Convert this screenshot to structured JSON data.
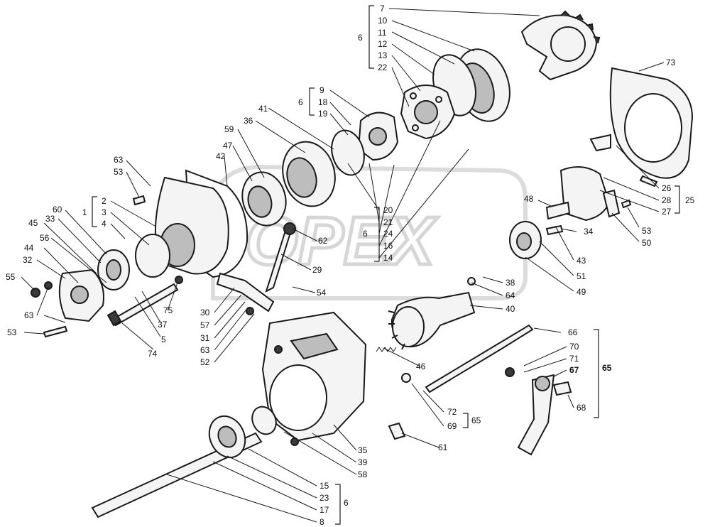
{
  "watermark": {
    "text": "OPEX"
  },
  "callouts": [
    {
      "id": "c-7",
      "label": "7"
    },
    {
      "id": "c-10",
      "label": "10"
    },
    {
      "id": "c-11",
      "label": "11"
    },
    {
      "id": "c-12",
      "label": "12"
    },
    {
      "id": "c-13",
      "label": "13"
    },
    {
      "id": "c-22",
      "label": "22"
    },
    {
      "id": "c-6a",
      "label": "6"
    },
    {
      "id": "c-73",
      "label": "73"
    },
    {
      "id": "c-9",
      "label": "9"
    },
    {
      "id": "c-18",
      "label": "18"
    },
    {
      "id": "c-19",
      "label": "19"
    },
    {
      "id": "c-6b",
      "label": "6"
    },
    {
      "id": "c-41",
      "label": "41"
    },
    {
      "id": "c-36",
      "label": "36"
    },
    {
      "id": "c-59",
      "label": "59"
    },
    {
      "id": "c-47",
      "label": "47"
    },
    {
      "id": "c-42",
      "label": "42"
    },
    {
      "id": "c-63a",
      "label": "63"
    },
    {
      "id": "c-53a",
      "label": "53"
    },
    {
      "id": "c-2",
      "label": "2"
    },
    {
      "id": "c-3",
      "label": "3"
    },
    {
      "id": "c-4",
      "label": "4"
    },
    {
      "id": "c-1",
      "label": "1"
    },
    {
      "id": "c-60",
      "label": "60"
    },
    {
      "id": "c-33",
      "label": "33"
    },
    {
      "id": "c-45",
      "label": "45"
    },
    {
      "id": "c-56",
      "label": "56"
    },
    {
      "id": "c-44",
      "label": "44"
    },
    {
      "id": "c-32",
      "label": "32"
    },
    {
      "id": "c-55",
      "label": "55"
    },
    {
      "id": "c-63b",
      "label": "63"
    },
    {
      "id": "c-53b",
      "label": "53"
    },
    {
      "id": "c-20",
      "label": "20"
    },
    {
      "id": "c-21",
      "label": "21"
    },
    {
      "id": "c-24",
      "label": "24"
    },
    {
      "id": "c-16",
      "label": "16"
    },
    {
      "id": "c-14",
      "label": "14"
    },
    {
      "id": "c-6c",
      "label": "6"
    },
    {
      "id": "c-62",
      "label": "62"
    },
    {
      "id": "c-29",
      "label": "29"
    },
    {
      "id": "c-54",
      "label": "54"
    },
    {
      "id": "c-26",
      "label": "26"
    },
    {
      "id": "c-28",
      "label": "28"
    },
    {
      "id": "c-27",
      "label": "27"
    },
    {
      "id": "c-25",
      "label": "25"
    },
    {
      "id": "c-48",
      "label": "48"
    },
    {
      "id": "c-34",
      "label": "34"
    },
    {
      "id": "c-53c",
      "label": "53"
    },
    {
      "id": "c-50",
      "label": "50"
    },
    {
      "id": "c-43",
      "label": "43"
    },
    {
      "id": "c-51",
      "label": "51"
    },
    {
      "id": "c-49",
      "label": "49"
    },
    {
      "id": "c-38",
      "label": "38"
    },
    {
      "id": "c-64",
      "label": "64"
    },
    {
      "id": "c-40",
      "label": "40"
    },
    {
      "id": "c-30",
      "label": "30"
    },
    {
      "id": "c-57",
      "label": "57"
    },
    {
      "id": "c-31",
      "label": "31"
    },
    {
      "id": "c-63c",
      "label": "63"
    },
    {
      "id": "c-52",
      "label": "52"
    },
    {
      "id": "c-75",
      "label": "75"
    },
    {
      "id": "c-37",
      "label": "37"
    },
    {
      "id": "c-5",
      "label": "5"
    },
    {
      "id": "c-74",
      "label": "74"
    },
    {
      "id": "c-66",
      "label": "66"
    },
    {
      "id": "c-70",
      "label": "70"
    },
    {
      "id": "c-71",
      "label": "71"
    },
    {
      "id": "c-67",
      "label": "67"
    },
    {
      "id": "c-65a",
      "label": "65"
    },
    {
      "id": "c-68",
      "label": "68"
    },
    {
      "id": "c-46",
      "label": "46"
    },
    {
      "id": "c-72",
      "label": "72"
    },
    {
      "id": "c-69",
      "label": "69"
    },
    {
      "id": "c-65b",
      "label": "65"
    },
    {
      "id": "c-61",
      "label": "61"
    },
    {
      "id": "c-35",
      "label": "35"
    },
    {
      "id": "c-39",
      "label": "39"
    },
    {
      "id": "c-58",
      "label": "58"
    },
    {
      "id": "c-15",
      "label": "15"
    },
    {
      "id": "c-23",
      "label": "23"
    },
    {
      "id": "c-17",
      "label": "17"
    },
    {
      "id": "c-8",
      "label": "8"
    },
    {
      "id": "c-6d",
      "label": "6"
    }
  ]
}
